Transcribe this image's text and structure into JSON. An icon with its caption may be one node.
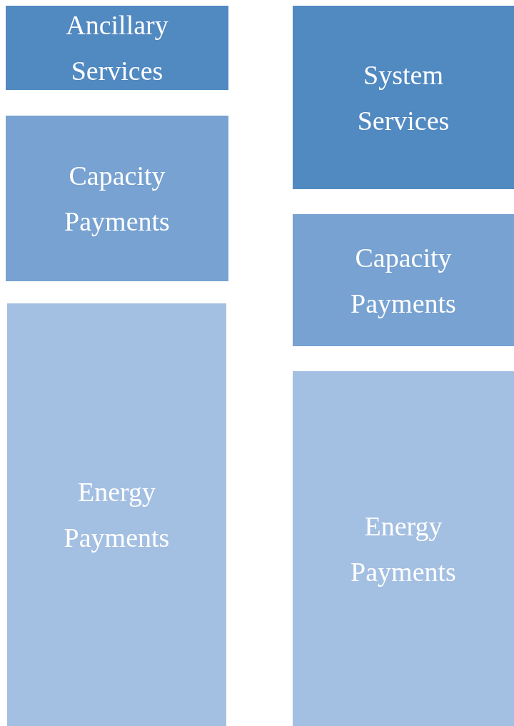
{
  "diagram": {
    "nodes": [
      {
        "text": [
          "Ancillary Services"
        ]
      },
      {
        "text": [
          "Capacity Payments"
        ]
      },
      {
        "text": [
          "Energy Payments"
        ]
      },
      {
        "text": [
          "System Services"
        ]
      },
      {
        "text": [
          "Capacity Payments"
        ]
      },
      {
        "text": [
          "Energy Payments"
        ]
      }
    ]
  }
}
